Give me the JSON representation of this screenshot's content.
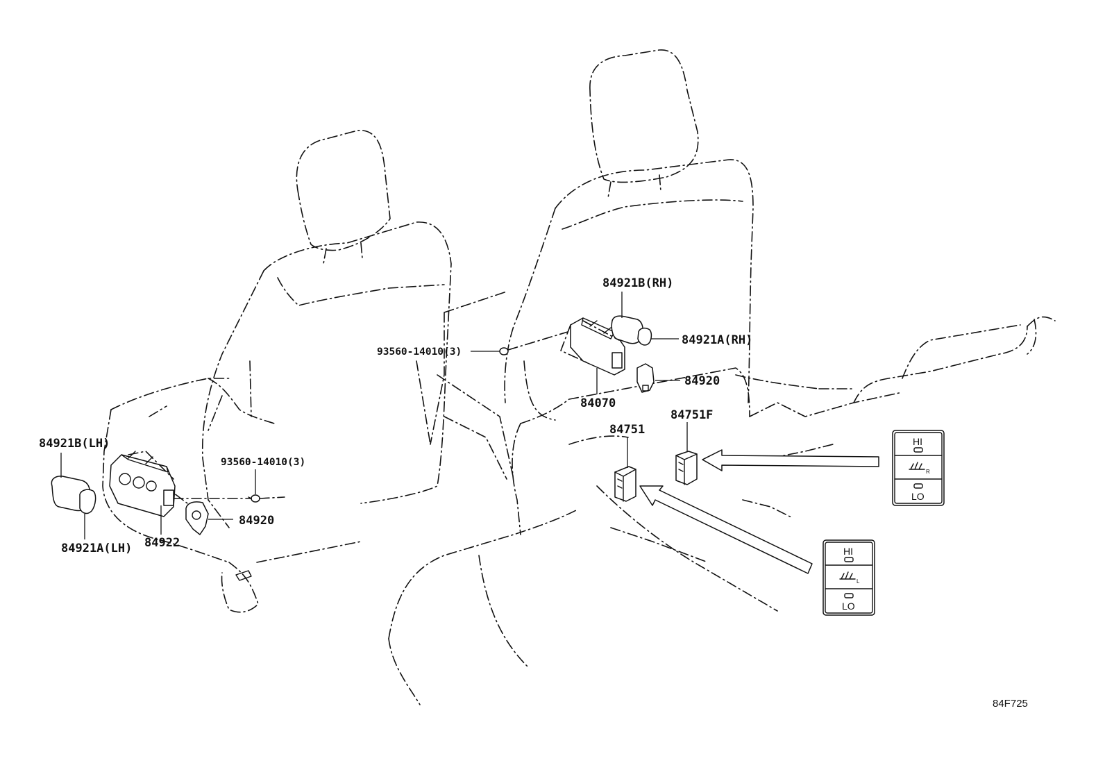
{
  "labels": {
    "p84921B_LH": "84921B(LH)",
    "p84921A_LH": "84921A(LH)",
    "p84922": "84922",
    "p84920_left": "84920",
    "p93560_left": "93560-14010(3)",
    "p93560_center": "93560-14010(3)",
    "p84921B_RH": "84921B(RH)",
    "p84921A_RH": "84921A(RH)",
    "p84920_right": "84920",
    "p84070": "84070",
    "p84751": "84751",
    "p84751F": "84751F"
  },
  "switch_right": {
    "hi": "HI",
    "sub": "R",
    "lo": "LO"
  },
  "switch_left": {
    "hi": "HI",
    "sub": "L",
    "lo": "LO"
  },
  "diagram_code": "84F725"
}
